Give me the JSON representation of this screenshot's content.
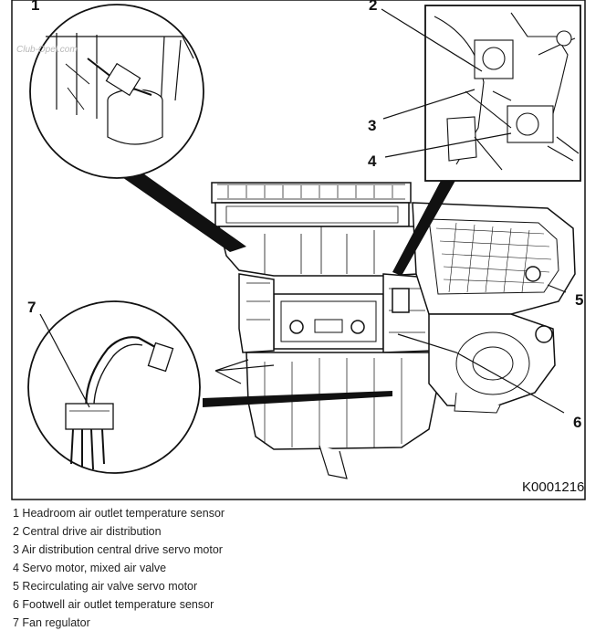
{
  "figure": {
    "id": "K0001216",
    "watermark": "Club-Opel.com",
    "callouts": [
      "1",
      "2",
      "3",
      "4",
      "5",
      "6",
      "7"
    ]
  },
  "legend": [
    "1 Headroom air outlet temperature sensor",
    "2 Central drive air distribution",
    "3 Air distribution central drive servo motor",
    "4 Servo motor, mixed air valve",
    "5 Recirculating air valve servo motor",
    "6 Footwell air outlet temperature sensor",
    "7 Fan regulator"
  ],
  "colors": {
    "ink": "#111111",
    "paper": "#ffffff",
    "grey": "#d9d9d9",
    "text": "#222222"
  }
}
